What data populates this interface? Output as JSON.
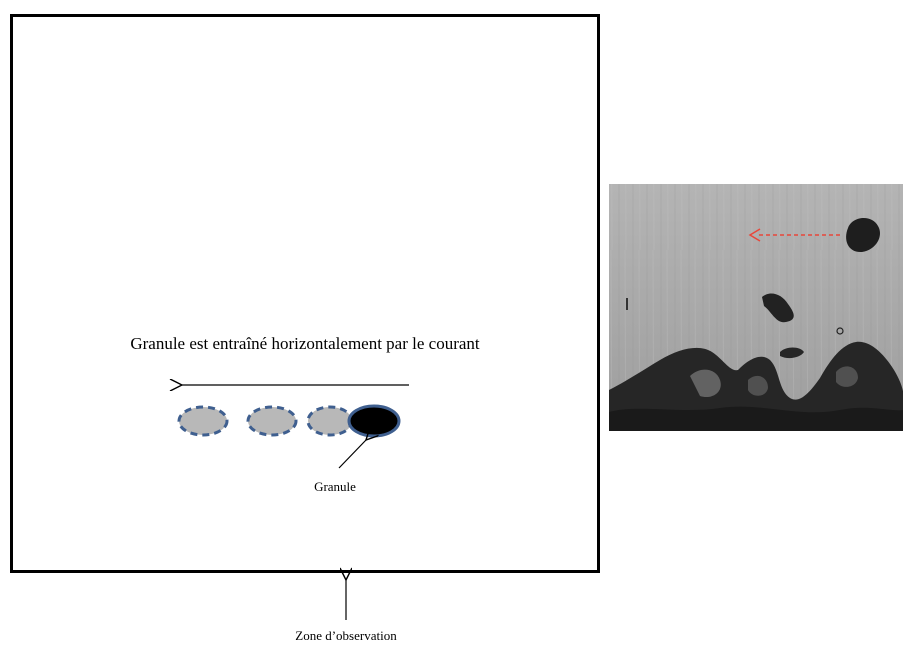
{
  "diagram": {
    "caption": "Granule est entraîné horizontalement par le courant",
    "granule_label": "Granule",
    "zone_label": "Zone d’observation"
  },
  "colors": {
    "frame": "#000000",
    "ghost_fill": "#b8b8b8",
    "ghost_stroke": "#3f5f8f",
    "granule_fill": "#000000",
    "granule_stroke": "#3f5f8f",
    "photo_background": "#a9a9a9",
    "photo_dark": "#2a2a2a",
    "photo_arrow": "#e8463a"
  }
}
